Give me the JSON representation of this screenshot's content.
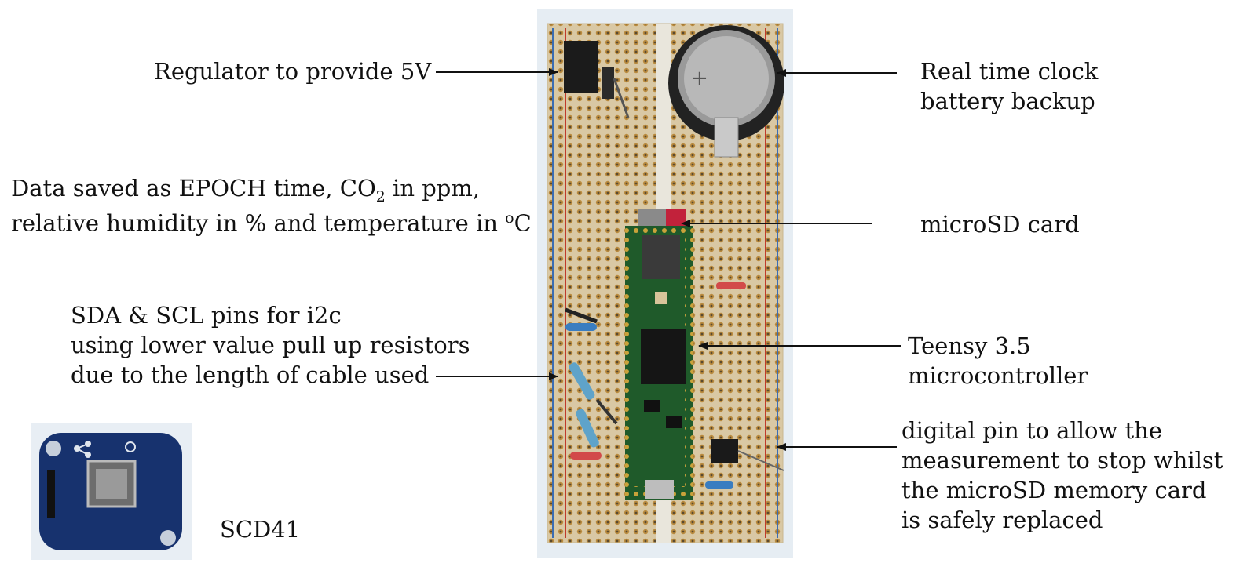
{
  "labels": {
    "regulator": "Regulator to provide 5V",
    "rtc_line1": "Real time clock",
    "rtc_line2": "battery backup",
    "data_line1_a": "Data saved as EPOCH time, CO",
    "data_line1_sub": "2",
    "data_line1_b": " in ppm,",
    "data_line2_a": "relative humidity in % and temperature in ",
    "data_line2_sup": "o",
    "data_line2_b": "C",
    "microsd": "microSD card",
    "sda_line1": "SDA & SCL pins for i2c",
    "sda_line2": "using lower value pull up resistors",
    "sda_line3": "due to the length of cable used",
    "teensy_line1": "Teensy 3.5",
    "teensy_line2": "microcontroller",
    "digital_line1": "digital pin to allow the",
    "digital_line2": "measurement to stop whilst",
    "digital_line3": "the microSD memory card",
    "digital_line4": "is safely replaced",
    "sensor": "SCD41"
  },
  "colors": {
    "board": "#d8c7a3",
    "board_bg": "#e8eef4",
    "pcb_green": "#1f5a2a",
    "sensor_blue": "#17326e",
    "rail_red": "#c0392b",
    "rail_blue": "#3b6db3",
    "arrow": "#111111"
  }
}
